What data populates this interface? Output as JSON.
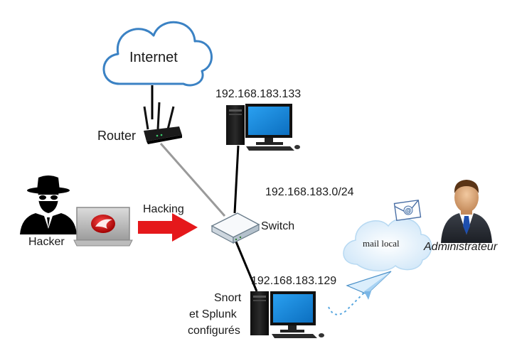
{
  "cloud": {
    "label": "Internet"
  },
  "router": {
    "label": "Router"
  },
  "switch": {
    "label": "Switch"
  },
  "subnet": {
    "label": "192.168.183.0/24"
  },
  "pc_top": {
    "ip": "192.168.183.133"
  },
  "pc_bottom": {
    "ip": "192.168.183.129",
    "role_lines": [
      "Snort",
      "et Splunk",
      "configurés"
    ]
  },
  "hacker": {
    "label": "Hacker"
  },
  "attack": {
    "label": "Hacking"
  },
  "mail": {
    "label": "mail local"
  },
  "admin": {
    "label": "Administrateur"
  },
  "colors": {
    "cloud_stroke": "#3b82c4",
    "attack_arrow": "#e5181b",
    "monitor_screen": "#1a8fe0",
    "line_dark": "#000000",
    "line_gray": "#9a9a9a",
    "mail_cloud": "#d8ecfa"
  }
}
